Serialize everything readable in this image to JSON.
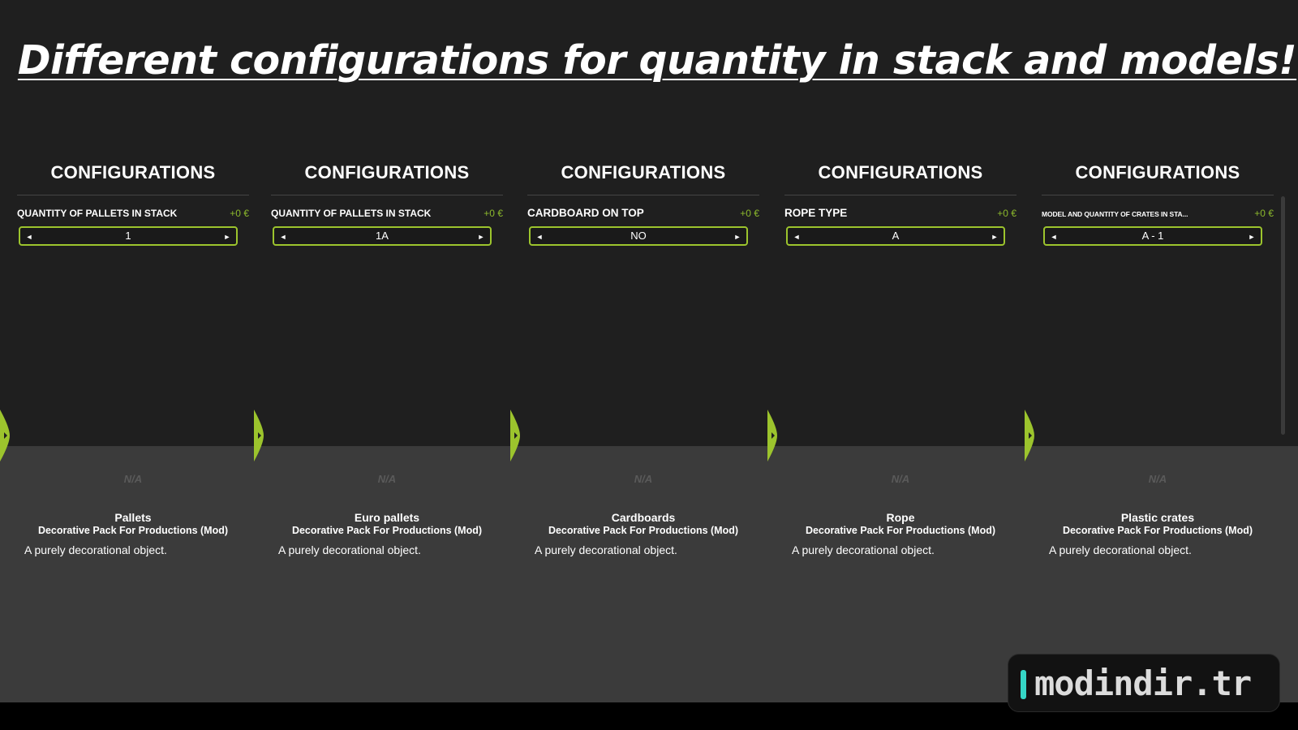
{
  "headline": "Different configurations for quantity in stack and models!",
  "panels": [
    {
      "title": "CONFIGURATIONS",
      "option_label": "QUANTITY OF PALLETS IN STACK",
      "price": "+0 €",
      "value": "1",
      "na": "N/A",
      "item_name": "Pallets",
      "item_source": "Decorative Pack For Productions (Mod)",
      "item_desc": "A purely decorational object."
    },
    {
      "title": "CONFIGURATIONS",
      "option_label": "QUANTITY OF PALLETS IN STACK",
      "price": "+0 €",
      "value": "1A",
      "na": "N/A",
      "item_name": "Euro pallets",
      "item_source": "Decorative Pack For Productions (Mod)",
      "item_desc": "A purely decorational object."
    },
    {
      "title": "CONFIGURATIONS",
      "option_label": "CARDBOARD ON TOP",
      "price": "+0 €",
      "value": "NO",
      "na": "N/A",
      "item_name": "Cardboards",
      "item_source": "Decorative Pack For Productions (Mod)",
      "item_desc": "A purely decorational object."
    },
    {
      "title": "CONFIGURATIONS",
      "option_label": "ROPE TYPE",
      "price": "+0 €",
      "value": "A",
      "na": "N/A",
      "item_name": "Rope",
      "item_source": "Decorative Pack For Productions (Mod)",
      "item_desc": "A purely decorational object."
    },
    {
      "title": "CONFIGURATIONS",
      "option_label": "MODEL AND QUANTITY OF CRATES IN STA...",
      "price": "+0 €",
      "value": "A - 1",
      "na": "N/A",
      "item_name": "Plastic crates",
      "item_source": "Decorative Pack For Productions (Mod)",
      "item_desc": "A purely decorational object."
    }
  ],
  "selector_icons": {
    "left": "arrow-left-icon",
    "right": "arrow-right-icon"
  },
  "colors": {
    "accent": "#9cc42d",
    "price": "#8cb92c",
    "watermark_bar": "#35d6c6"
  },
  "watermark": {
    "text": "modindir.tr"
  }
}
